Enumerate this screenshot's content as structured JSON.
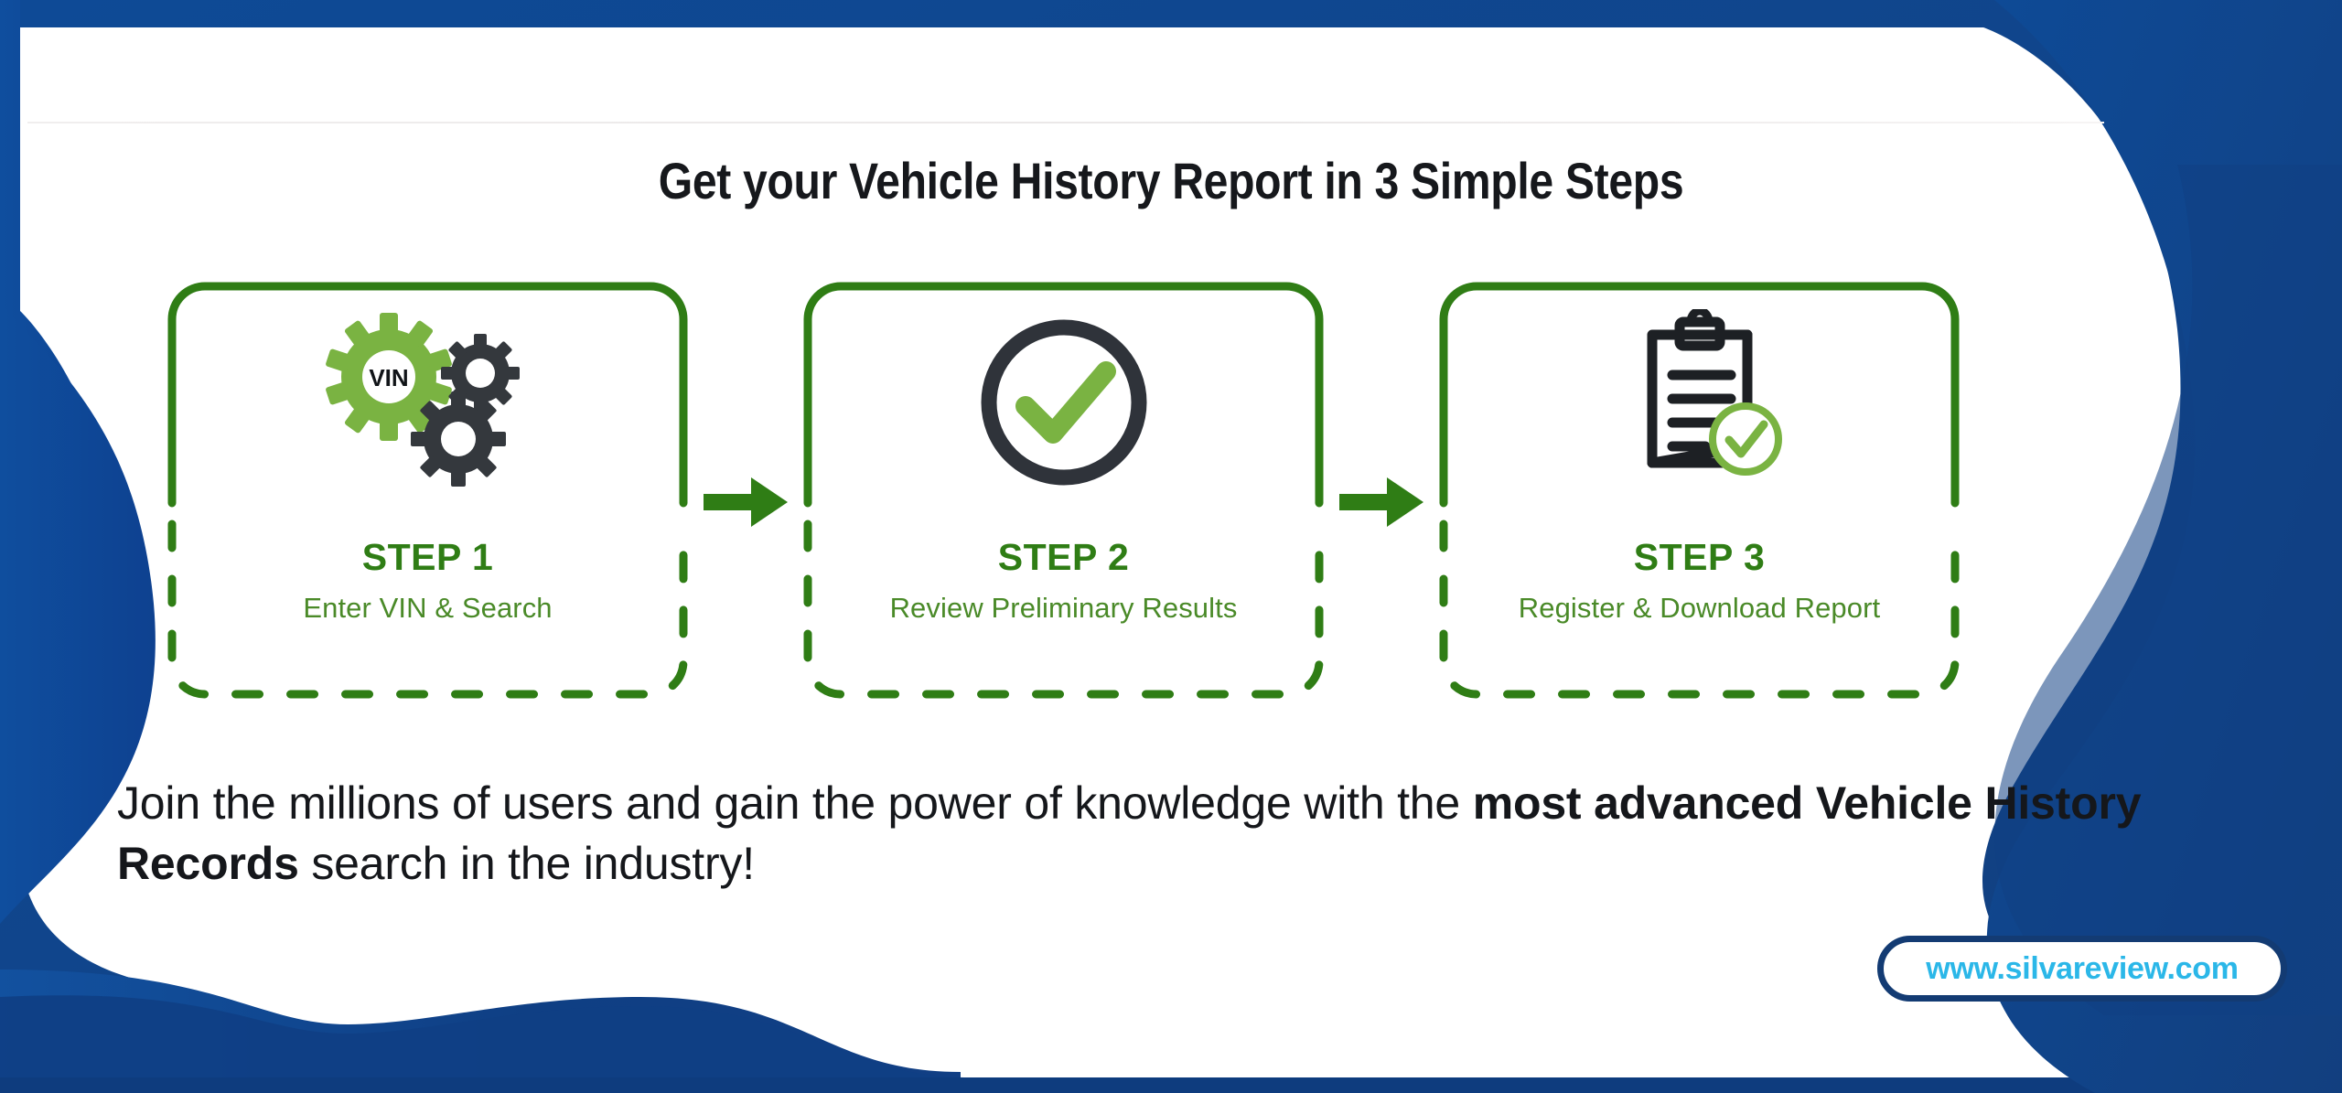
{
  "page": {
    "title": "Get your Vehicle History Report in 3 Simple Steps"
  },
  "steps": [
    {
      "icon": "gears-vin-icon",
      "icon_label": "VIN",
      "title": "STEP 1",
      "subtitle": "Enter VIN & Search"
    },
    {
      "icon": "check-circle-icon",
      "icon_label": "",
      "title": "STEP 2",
      "subtitle": "Review Preliminary Results"
    },
    {
      "icon": "clipboard-check-icon",
      "icon_label": "",
      "title": "STEP 3",
      "subtitle": "Register & Download Report"
    }
  ],
  "arrows": {
    "label": "arrow-right"
  },
  "lede": {
    "part1": "Join the millions of users and gain the power of knowledge with the ",
    "bold1": "most advanced Vehicle History Records",
    "part2": " search in the industry!"
  },
  "badge": {
    "url": "www.silvareview.com"
  },
  "colors": {
    "brand_blue": "#114b9a",
    "brand_blue_dark": "#0d3f81",
    "accent_green": "#2f7d15",
    "light_green": "#7ab342",
    "dark_gray": "#34383d",
    "badge_border": "#133b73",
    "badge_text": "#2bb7e8"
  }
}
